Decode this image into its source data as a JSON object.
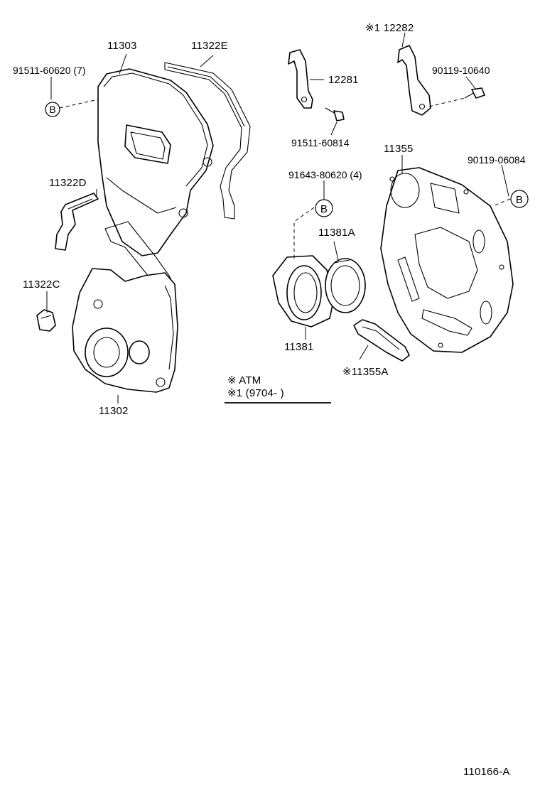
{
  "labels": {
    "p11303": "11303",
    "p11322E": "11322E",
    "p91511_60620": "91511-60620 (7)",
    "p11322D": "11322D",
    "p11322C": "11322C",
    "p11302": "11302",
    "p12282": "※1 12282",
    "p12281": "12281",
    "p90119_10640": "90119-10640",
    "p91511_60814": "91511-60814",
    "p11355": "11355",
    "p90119_06084": "90119-06084",
    "p91643_80620": "91643-80620 (4)",
    "p11381A": "11381A",
    "p11381": "11381",
    "p11355A": "※11355A"
  },
  "refs": {
    "b": "B"
  },
  "legend": {
    "line1": "※  ATM",
    "line2": "※1 (9704-         )"
  },
  "footer": {
    "code": "110166-A"
  }
}
